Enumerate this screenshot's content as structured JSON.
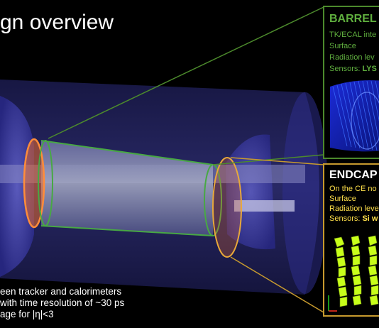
{
  "title": "gn overview",
  "barrel": {
    "heading": "BARREL",
    "line1": "TK/ECAL inte",
    "line2": "Surface",
    "line3": "Radiation lev",
    "sensors_label": "Sensors: ",
    "sensors_value": "LYS"
  },
  "endcap": {
    "heading": "ENDCAP",
    "line1": "On the CE no",
    "line2": "Surface",
    "line3": "Radiation leve",
    "sensors_label": "Sensors: ",
    "sensors_value": "Si w"
  },
  "bullets": [
    "een tracker and calorimeters",
    "with time resolution of ~30 ps",
    "age for |η|<3"
  ],
  "colors": {
    "barrel_green": "#4c8a2c",
    "endcap_gold": "#c79a2e",
    "detector_blue": "#3a3ab0",
    "endcap_orange": "#e86a2a",
    "module_yellow": "#c8ff1a"
  }
}
